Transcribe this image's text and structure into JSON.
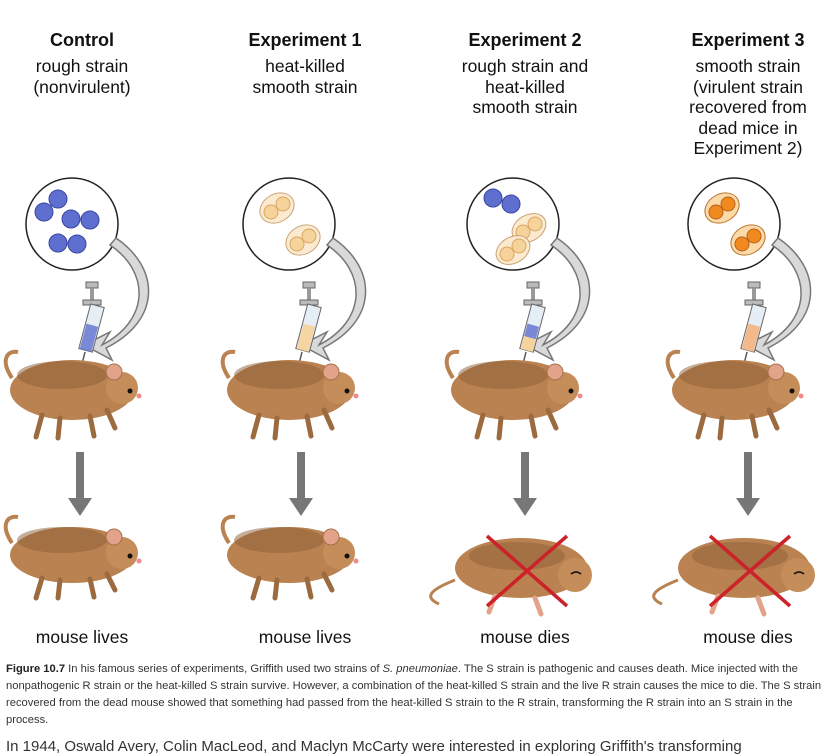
{
  "columns": [
    {
      "title": "Control",
      "subtitle": "rough strain\n(nonvirulent)",
      "outcome": "mouse lives"
    },
    {
      "title": "Experiment 1",
      "subtitle": "heat-killed\nsmooth strain",
      "outcome": "mouse lives"
    },
    {
      "title": "Experiment 2",
      "subtitle": "rough strain and\nheat-killed\nsmooth strain",
      "outcome": "mouse dies"
    },
    {
      "title": "Experiment 3",
      "subtitle": "smooth strain\n(virulent strain\nrecovered from\ndead mice in\nExperiment 2)",
      "outcome": "mouse dies"
    }
  ],
  "caption": {
    "label": "Figure 10.7",
    "text_before": " In his famous series of experiments, Griffith used two strains of ",
    "species": "S. pneumoniae",
    "text_after": ". The S strain is pathogenic and causes death. Mice injected with the nonpathogenic R strain or the heat-killed S strain survive. However, a combination of the heat-killed S strain and the live R strain causes the mice to die. The S strain recovered from the dead mouse showed that something had passed from the heat-killed S strain to the R strain, transforming the R strain into an S strain in the process."
  },
  "body_text": "In 1944, Oswald Avery, Colin MacLeod, and Maclyn McCarty were interested in exploring Griffith's transforming",
  "colors": {
    "rough_strain": "#5f6fcf",
    "heat_killed_smooth": "#f6d39a",
    "live_smooth": "#f08a1e",
    "mouse_fur": "#b98250",
    "dead_cross": "#cc2229",
    "arrow_gray": "#777777"
  }
}
